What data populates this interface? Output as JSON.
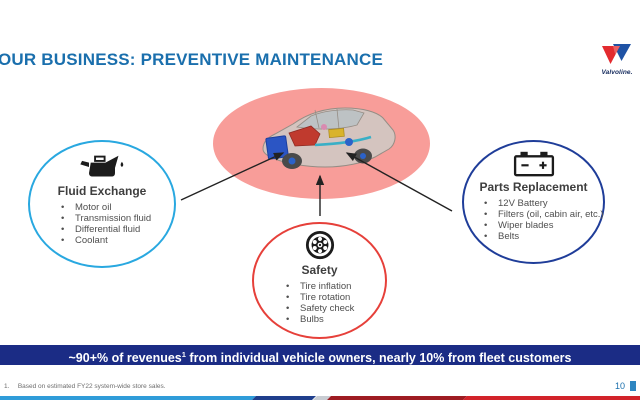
{
  "slide": {
    "title": "OUR BUSINESS: PREVENTIVE MAINTENANCE",
    "footnote": {
      "number": "1.",
      "text": "Based on estimated FY22 system-wide store sales."
    },
    "page_number": "10"
  },
  "logo": {
    "brand": "Valvoline."
  },
  "diagram": {
    "center_image": "cutaway-car-on-pink-ellipse",
    "circles": [
      {
        "id": "fluid-exchange",
        "icon": "oil-can-icon",
        "title": "Fluid Exchange",
        "items": [
          "Motor oil",
          "Transmission fluid",
          "Differential fluid",
          "Coolant"
        ],
        "border_color": "#29A8E0"
      },
      {
        "id": "safety",
        "icon": "wheel-icon",
        "title": "Safety",
        "items": [
          "Tire inflation",
          "Tire rotation",
          "Safety check",
          "Bulbs"
        ],
        "border_color": "#E6403A"
      },
      {
        "id": "parts-replacement",
        "icon": "battery-icon",
        "title": "Parts Replacement",
        "items": [
          "12V Battery",
          "Filters (oil, cabin air, etc.)",
          "Wiper blades",
          "Belts"
        ],
        "border_color": "#1F3D99"
      }
    ]
  },
  "banner": {
    "text_before_sup": "~90+% of revenues",
    "sup": "1",
    "text_after_sup": " from individual vehicle owners, nearly 10% from fleet customers",
    "bg_color": "#1B2C85"
  },
  "colors": {
    "title_blue": "#1A6FAD",
    "ellipse_pink": "#F89D99",
    "banner_navy": "#1B2C85",
    "stripe": [
      "#2F9CD9",
      "#1F3E8C",
      "#C8CCD2",
      "#9E1C22",
      "#D2232A"
    ]
  }
}
